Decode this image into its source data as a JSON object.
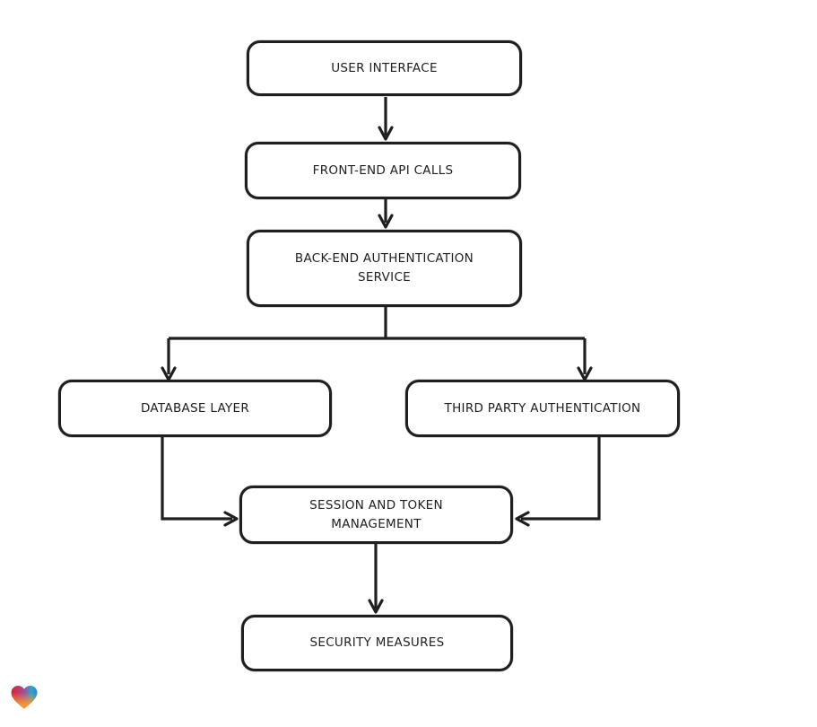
{
  "page": {
    "background": "#ffffff"
  },
  "diagram": {
    "type": "flowchart",
    "style": "hand-drawn",
    "stroke_color": "#1f1f1f",
    "node_fill": "#ffffff",
    "nodes": [
      {
        "id": "user-interface",
        "label": "USER INTERFACE"
      },
      {
        "id": "front-end-api-calls",
        "label": "FRONT-END API CALLS"
      },
      {
        "id": "back-end-authentication-service",
        "label": "BACK-END AUTHENTICATION SERVICE"
      },
      {
        "id": "database-layer",
        "label": "DATABASE LAYER"
      },
      {
        "id": "third-party-authentication",
        "label": "THIRD PARTY AUTHENTICATION"
      },
      {
        "id": "session-and-token-management",
        "label": "SESSION AND TOKEN MANAGEMENT"
      },
      {
        "id": "security-measures",
        "label": "SECURITY MEASURES"
      }
    ],
    "edges": [
      {
        "from": "user-interface",
        "to": "front-end-api-calls"
      },
      {
        "from": "front-end-api-calls",
        "to": "back-end-authentication-service"
      },
      {
        "from": "back-end-authentication-service",
        "to": "database-layer"
      },
      {
        "from": "back-end-authentication-service",
        "to": "third-party-authentication"
      },
      {
        "from": "database-layer",
        "to": "session-and-token-management"
      },
      {
        "from": "third-party-authentication",
        "to": "session-and-token-management"
      },
      {
        "from": "session-and-token-management",
        "to": "security-measures"
      }
    ],
    "logo": {
      "icon": "heart-icon",
      "colors": [
        "#e3202b",
        "#a04f9e",
        "#2a9fd0",
        "#f79a2e"
      ]
    }
  }
}
